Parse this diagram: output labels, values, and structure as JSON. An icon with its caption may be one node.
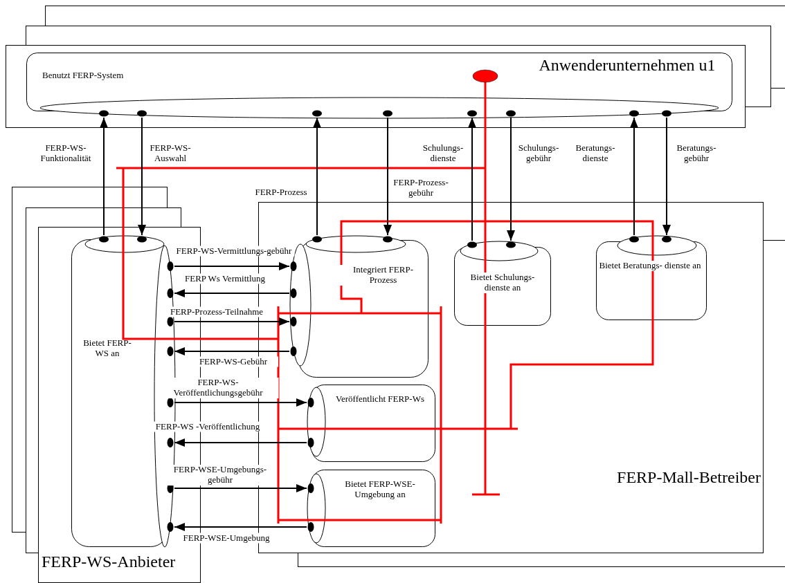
{
  "diagram": {
    "nodes": [
      {
        "text": [],
        "shape": "box"
      },
      {
        "text": [
          "Benutzt FERP-System",
          "Anwenderunternehmen u1"
        ],
        "in": 0
      },
      {
        "text": [
          "FERP-WS-Anbieter"
        ]
      },
      {
        "text": [
          "Bietet FERP-WS an"
        ],
        "in": 2
      },
      {
        "text": [
          "FERP-Mall-Betreiber"
        ]
      },
      {
        "text": [
          "Integriert FERP-Prozess"
        ],
        "in": 4
      },
      {
        "text": [
          "Bietet Schulungs- dienste an"
        ],
        "in": 4
      },
      {
        "text": [
          "Bietet Beratungs- dienste an"
        ],
        "in": 4
      },
      {
        "text": [
          "Veröffentlicht FERP-Ws"
        ],
        "in": 4
      },
      {
        "text": [
          "Bietet FERP-WSE-Umgebung an"
        ],
        "in": 4
      }
    ],
    "edges": [
      {
        "from": 3,
        "to": 1,
        "arrow": "to",
        "label": "FERP-WS-Funktionalität"
      },
      {
        "from": 1,
        "to": 3,
        "arrow": "to",
        "label": "FERP-WS-Auswahl"
      },
      {
        "from": 5,
        "to": 1,
        "arrow": "to",
        "label": "FERP-Prozess"
      },
      {
        "from": 1,
        "to": 5,
        "arrow": "to",
        "label": "FERP-Prozess-gebühr"
      },
      {
        "from": 6,
        "to": 1,
        "arrow": "to",
        "label": "Schulungs-dienste"
      },
      {
        "from": 1,
        "to": 6,
        "arrow": "to",
        "label": "Schulungs-gebühr"
      },
      {
        "from": 7,
        "to": 1,
        "arrow": "to",
        "label": "Beratungs-dienste"
      },
      {
        "from": 1,
        "to": 7,
        "arrow": "to",
        "label": "Beratungs-gebühr"
      },
      {
        "from": 3,
        "to": 5,
        "arrow": "to",
        "label": "FERP-WS-Vermittlungs-gebühr"
      },
      {
        "from": 5,
        "to": 3,
        "arrow": "to",
        "label": "FERP Ws Vermittlung"
      },
      {
        "from": 3,
        "to": 5,
        "arrow": "to",
        "label": "FERP-Prozess-Teilnahme"
      },
      {
        "from": 5,
        "to": 3,
        "arrow": "to",
        "label": "FERP-WS-Gebühr"
      },
      {
        "from": 3,
        "to": 8,
        "arrow": "to",
        "label": "FERP-WS-Veröffentlichungsgebühr"
      },
      {
        "from": 8,
        "to": 3,
        "arrow": "to",
        "label": "FERP-WS -Veröffentlichung"
      },
      {
        "from": 3,
        "to": 9,
        "arrow": "to",
        "label": "FERP-WSE-Umgebungs- gebühr"
      },
      {
        "from": 9,
        "to": 3,
        "arrow": "to",
        "label": "FERP-WSE-Umgebung"
      }
    ]
  }
}
